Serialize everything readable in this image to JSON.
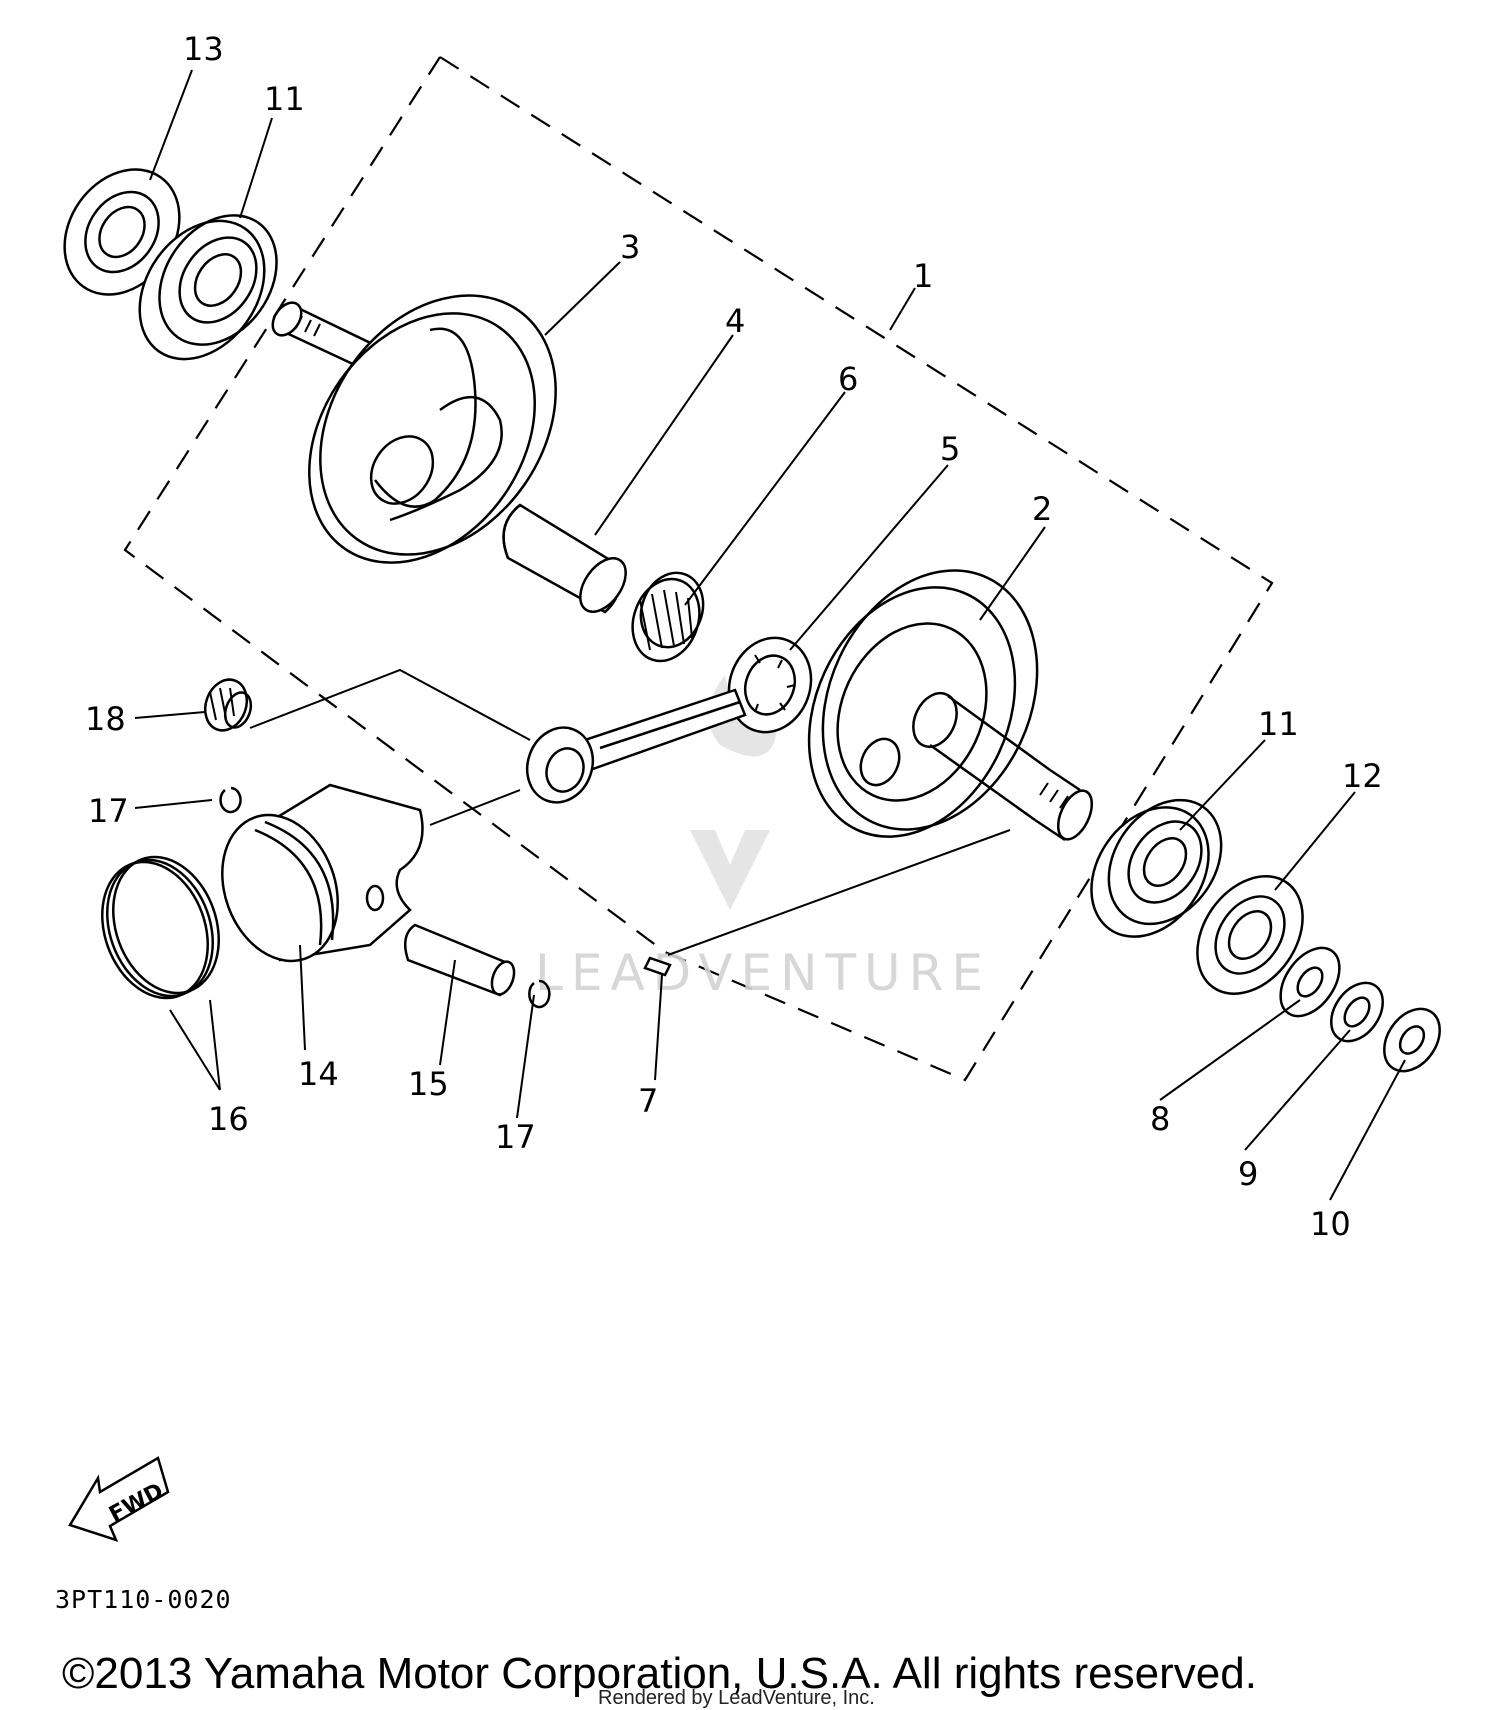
{
  "diagram_code": "3PT110-0020",
  "copyright": "©2013 Yamaha Motor Corporation, U.S.A. All rights reserved.",
  "rendered_by": "Rendered by LeadVenture, Inc.",
  "watermark": "LEADVENTURE",
  "fwd_label": "FWD",
  "callouts": {
    "c1": "1",
    "c2": "2",
    "c3": "3",
    "c4": "4",
    "c5": "5",
    "c6": "6",
    "c7": "7",
    "c8": "8",
    "c9": "9",
    "c10": "10",
    "c11a": "11",
    "c11b": "11",
    "c12": "12",
    "c13": "13",
    "c14": "14",
    "c15": "15",
    "c16": "16",
    "c17a": "17",
    "c17b": "17",
    "c18": "18"
  }
}
